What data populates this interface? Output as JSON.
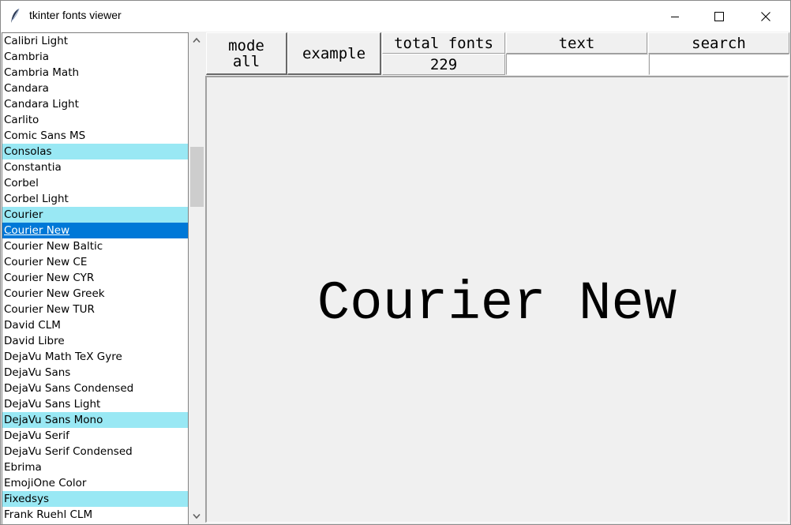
{
  "window": {
    "title": "tkinter fonts viewer",
    "icons": {
      "app": "feather-icon",
      "minimize": "minimize-icon",
      "maximize": "maximize-icon",
      "close": "close-icon"
    }
  },
  "font_list": {
    "items": [
      {
        "label": "Calibri Light",
        "state": "normal"
      },
      {
        "label": "Cambria",
        "state": "normal"
      },
      {
        "label": "Cambria Math",
        "state": "normal"
      },
      {
        "label": "Candara",
        "state": "normal"
      },
      {
        "label": "Candara Light",
        "state": "normal"
      },
      {
        "label": "Carlito",
        "state": "normal"
      },
      {
        "label": "Comic Sans MS",
        "state": "normal"
      },
      {
        "label": "Consolas",
        "state": "highlighted"
      },
      {
        "label": "Constantia",
        "state": "normal"
      },
      {
        "label": "Corbel",
        "state": "normal"
      },
      {
        "label": "Corbel Light",
        "state": "normal"
      },
      {
        "label": "Courier",
        "state": "highlighted"
      },
      {
        "label": "Courier New",
        "state": "selected"
      },
      {
        "label": "Courier New Baltic",
        "state": "normal"
      },
      {
        "label": "Courier New CE",
        "state": "normal"
      },
      {
        "label": "Courier New CYR",
        "state": "normal"
      },
      {
        "label": "Courier New Greek",
        "state": "normal"
      },
      {
        "label": "Courier New TUR",
        "state": "normal"
      },
      {
        "label": "David CLM",
        "state": "normal"
      },
      {
        "label": "David Libre",
        "state": "normal"
      },
      {
        "label": "DejaVu Math TeX Gyre",
        "state": "normal"
      },
      {
        "label": "DejaVu Sans",
        "state": "normal"
      },
      {
        "label": "DejaVu Sans Condensed",
        "state": "normal"
      },
      {
        "label": "DejaVu Sans Light",
        "state": "normal"
      },
      {
        "label": "DejaVu Sans Mono",
        "state": "highlighted"
      },
      {
        "label": "DejaVu Serif",
        "state": "normal"
      },
      {
        "label": "DejaVu Serif Condensed",
        "state": "normal"
      },
      {
        "label": "Ebrima",
        "state": "normal"
      },
      {
        "label": "EmojiOne Color",
        "state": "normal"
      },
      {
        "label": "Fixedsys",
        "state": "highlighted"
      },
      {
        "label": "Frank Ruehl CLM",
        "state": "normal"
      }
    ],
    "colors": {
      "highlight": "#99e8f4",
      "selected": "#0078d7"
    }
  },
  "scrollbar": {
    "position": 0.247,
    "visible_fraction": 0.13,
    "icons": {
      "up": "chevron-up-icon",
      "down": "chevron-down-icon"
    }
  },
  "controls": {
    "mode_label_line1": "mode",
    "mode_label_line2": "all",
    "example_label": "example",
    "total_fonts_label": "total fonts",
    "total_fonts_value": "229",
    "text_label": "text",
    "text_value": "",
    "search_label": "search",
    "search_value": ""
  },
  "preview": {
    "text": "Courier New"
  }
}
